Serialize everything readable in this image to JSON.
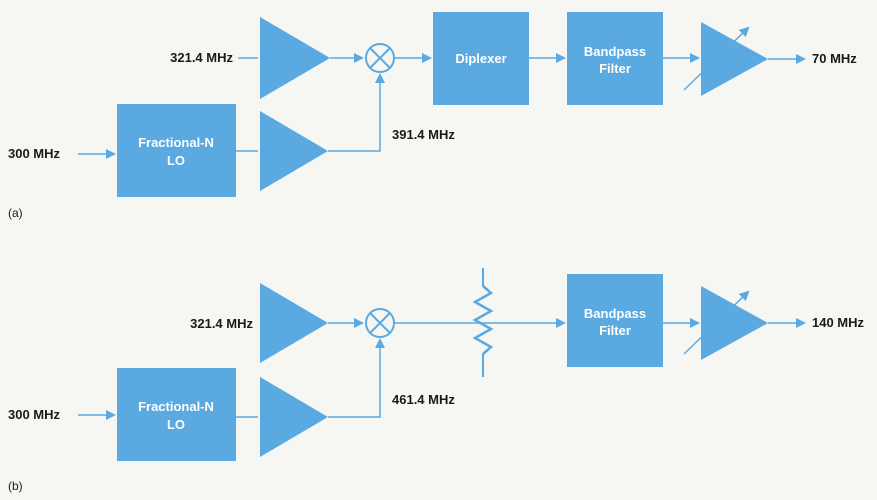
{
  "colors": {
    "block_fill": "#5aa9e1",
    "line": "#5aa9e1",
    "text": "#1a1a1a",
    "block_text": "#ffffff",
    "background": "#f6f6f3"
  },
  "icons": {
    "mixer": "mixer-icon",
    "amplifier": "amplifier-triangle-icon",
    "variable_amplifier": "variable-gain-amplifier-icon",
    "attenuator": "resistor-attenuator-icon"
  },
  "diagram_a": {
    "input_signal": "321.4 MHz",
    "reference": "300 MHz",
    "lo_block": {
      "line1": "Fractional-N",
      "line2": "LO"
    },
    "lo_frequency": "391.4 MHz",
    "diplexer": "Diplexer",
    "filter": {
      "line1": "Bandpass",
      "line2": "Filter"
    },
    "output": "70 MHz",
    "caption": "(a)"
  },
  "diagram_b": {
    "input_signal": "321.4 MHz",
    "reference": "300 MHz",
    "lo_block": {
      "line1": "Fractional-N",
      "line2": "LO"
    },
    "lo_frequency": "461.4 MHz",
    "filter": {
      "line1": "Bandpass",
      "line2": "Filter"
    },
    "output": "140 MHz",
    "caption": "(b)"
  }
}
